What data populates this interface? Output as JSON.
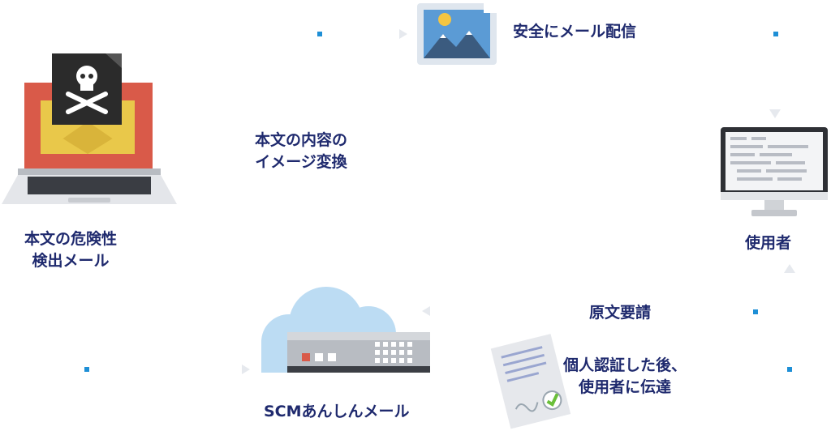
{
  "labels": {
    "top": "安全にメール配信",
    "image_convert": [
      "本文の内容の",
      "イメージ変換"
    ],
    "danger_detect": [
      "本文の危険性",
      "検出メール"
    ],
    "user": "使用者",
    "original_request": "原文要請",
    "auth_transfer": [
      "個人認証した後、",
      "使用者に伝達"
    ],
    "scm": "SCMあんしんメール"
  },
  "icons": {
    "image": "image-icon",
    "laptop": "laptop-virus-mail-icon",
    "monitor": "monitor-icon",
    "cloud": "cloud-server-icon",
    "document": "approved-document-icon"
  },
  "colors": {
    "label": "#1f2a6e",
    "dot": "#1e8fd6",
    "arrow": "#e6e9ee"
  }
}
